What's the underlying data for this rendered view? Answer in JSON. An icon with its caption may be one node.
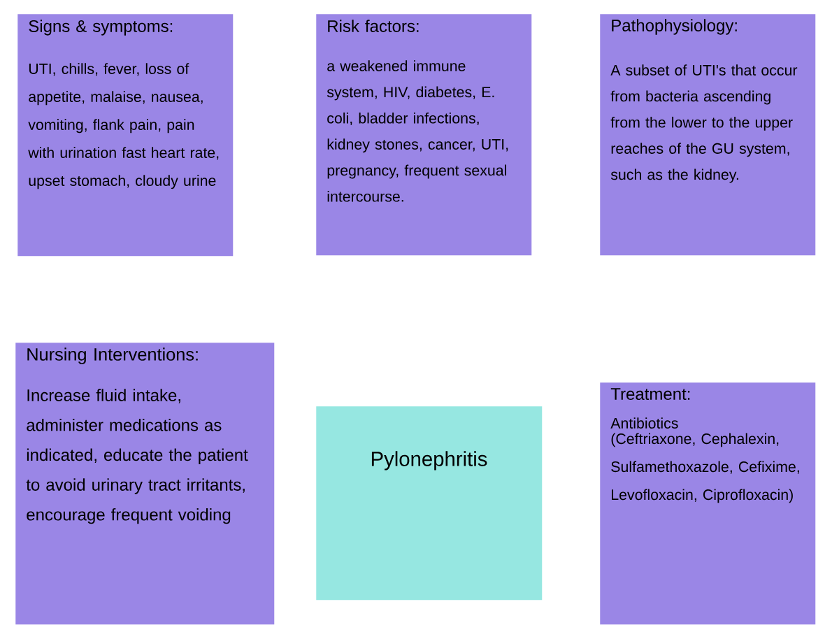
{
  "diagram": {
    "nodes": [
      {
        "text": [
          "Signs & symptoms:",
          "UTI, chills, fever, loss of appetite, malaise, nausea, vomiting, flank pain, pain with urination fast heart rate, upset stomach, cloudy urine"
        ]
      },
      {
        "text": [
          "Risk factors:",
          "a weakened immune system, HIV, diabetes, E. coli, bladder infections, kidney stones, cancer, UTI, pregnancy, frequent sexual intercourse."
        ]
      },
      {
        "text": [
          "Pathophysiology:",
          "A subset of UTI's that occur from bacteria ascending from the lower to the upper reaches of the GU system, such as the kidney."
        ]
      },
      {
        "text": [
          "Nursing Interventions:",
          "Increase fluid intake, administer medications as indicated, educate the patient to avoid urinary tract irritants, encourage frequent voiding"
        ]
      },
      {
        "text": [
          "Pylonephritis"
        ]
      },
      {
        "text": [
          "Treatment:",
          "Antibiotics",
          "(Ceftriaxone, Cephalexin, Sulfamethoxazole, Cefixime, Levofloxacin, Ciprofloxacin)"
        ]
      }
    ]
  }
}
